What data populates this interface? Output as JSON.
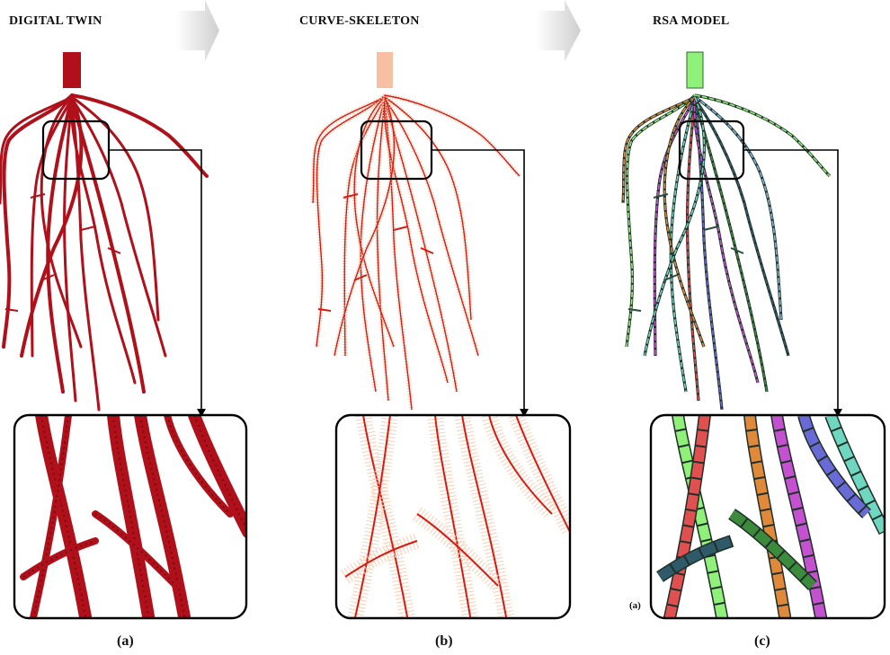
{
  "panels": [
    {
      "id": "a",
      "title": "DIGITAL TWIN",
      "caption": "(a)",
      "root_color": "#b0101a",
      "style": "solid"
    },
    {
      "id": "b",
      "title": "CURVE-SKELETON",
      "caption": "(b)",
      "root_color": "#f2a07a",
      "skeleton_color": "#d81a10",
      "style": "skeleton"
    },
    {
      "id": "c",
      "title": "RSA MODEL",
      "caption": "(c)",
      "root_color": "#2c4a3a",
      "style": "model",
      "segment_colors": [
        "#8ff07a",
        "#e0893a",
        "#c452d0",
        "#6fd6c0",
        "#e05050",
        "#6a6ad6",
        "#3c8a3c",
        "#2f5a6a",
        "#7fb8d8"
      ]
    }
  ],
  "inset_label": "(a)",
  "arrow_color": "#d0d0d0",
  "connector_color": "#000000"
}
